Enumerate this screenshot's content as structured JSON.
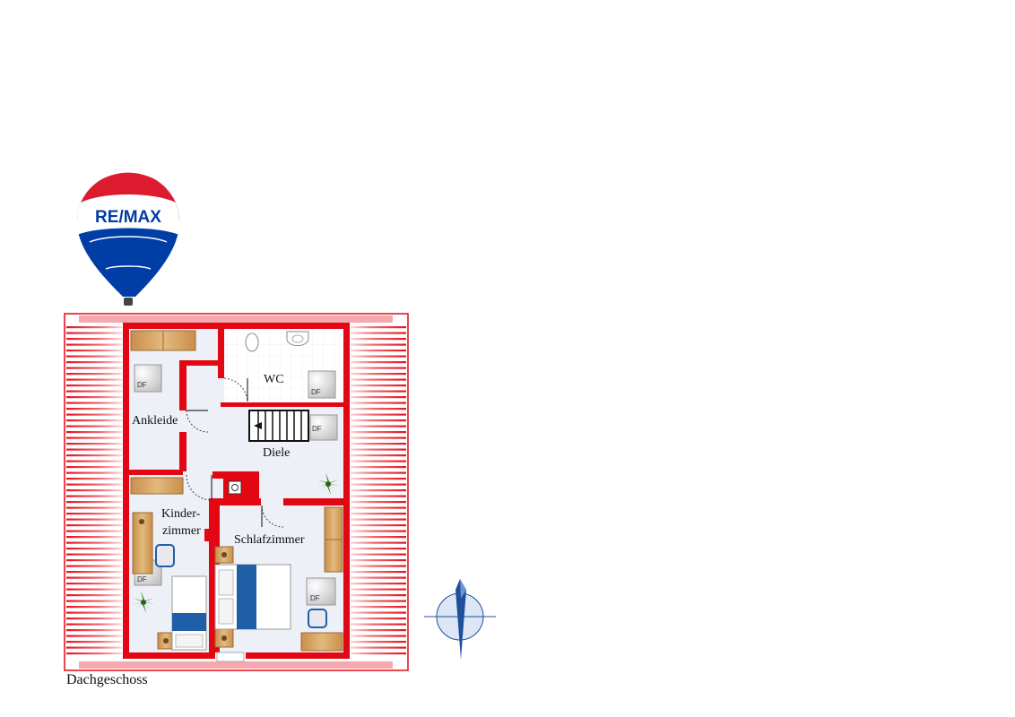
{
  "logo": {
    "text": "RE/MAX",
    "colors": {
      "red": "#dc1c2e",
      "blue": "#003da5",
      "white": "#ffffff"
    }
  },
  "floor_name": "Dachgeschoss",
  "rooms": {
    "ankleide": "Ankleide",
    "wc": "WC",
    "diele": "Diele",
    "kinderzimmer_line1": "Kinder-",
    "kinderzimmer_line2": "zimmer",
    "schlafzimmer": "Schlafzimmer"
  },
  "skylight_label": "DF",
  "colors": {
    "wall": "#e30613",
    "floor": "#eef0f8",
    "furniture_wood": "#d4a66a",
    "bed_blue": "#1f5fa8",
    "plant": "#3d8b2f",
    "compass_blue": "#1f4f9a"
  },
  "icons": [
    "compass-icon",
    "plant-icon",
    "toilet-icon",
    "sink-icon",
    "chair-icon",
    "chimney-icon"
  ]
}
